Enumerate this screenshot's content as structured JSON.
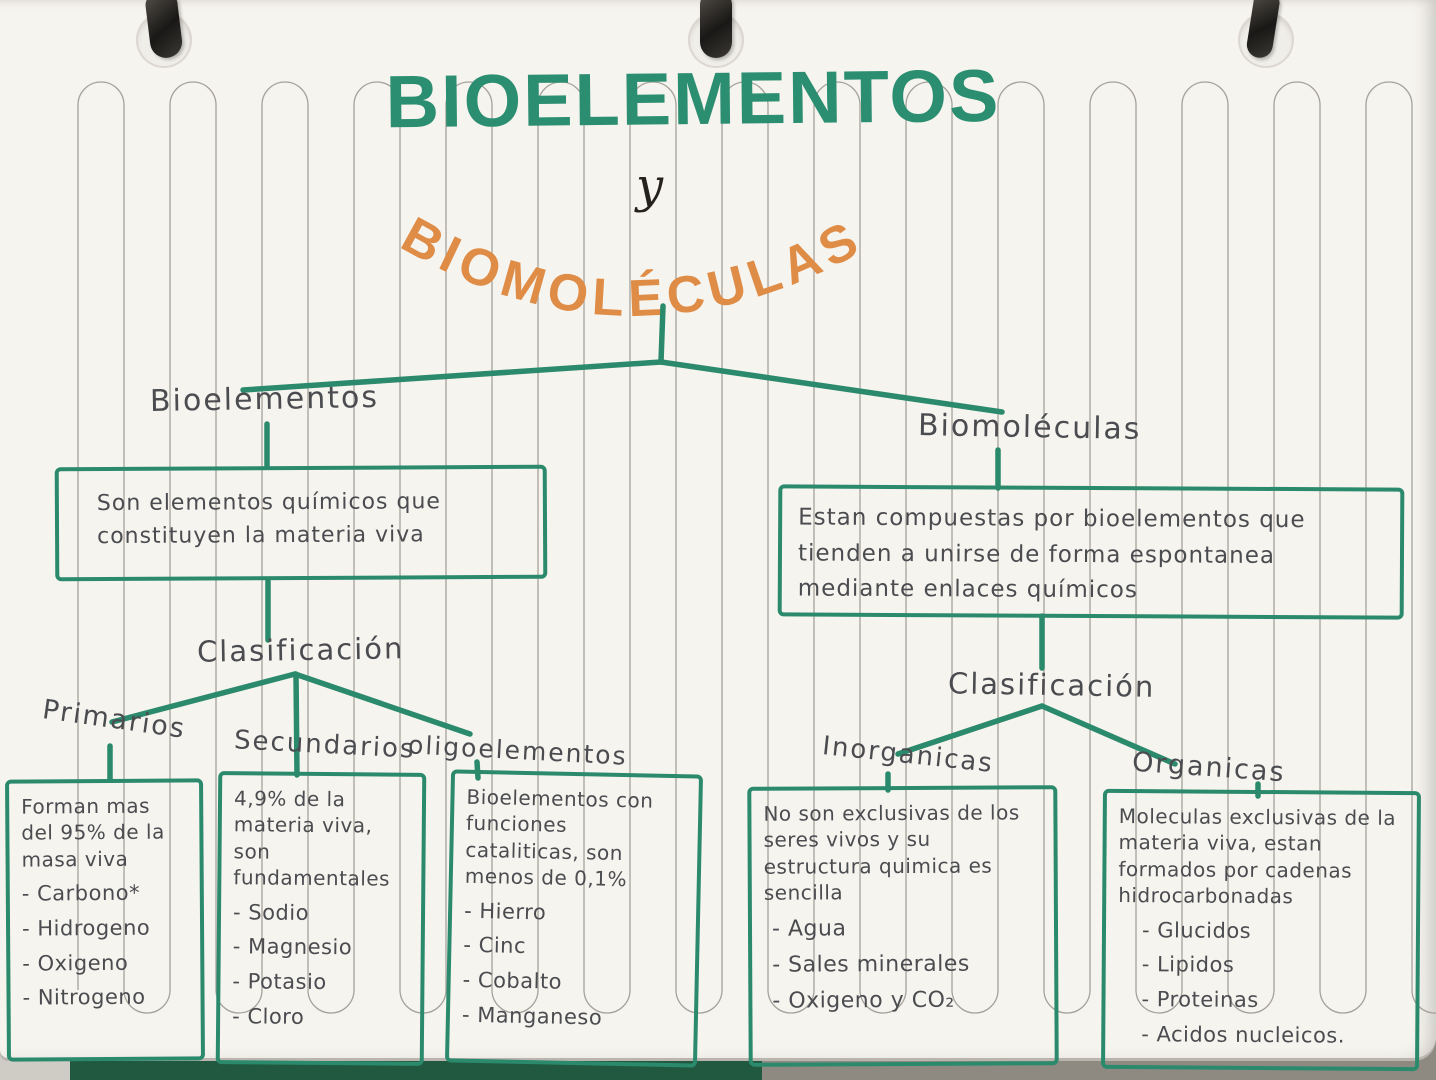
{
  "notebook": {
    "title": {
      "line1": "BIOELEMENTOS",
      "conjunction": "y",
      "line2": "BIOMOLÉCULAS"
    },
    "bioelementos": {
      "label": "Bioelementos",
      "definition": "Son elementos químicos que constituyen la materia viva",
      "classification_label": "Clasificación",
      "categories": [
        {
          "label": "Primarios",
          "description": "Forman mas del 95% de la masa viva",
          "items": [
            "- Carbono*",
            "- Hidrogeno",
            "- Oxigeno",
            "- Nitrogeno"
          ]
        },
        {
          "label": "Secundarios",
          "description": "4,9% de la materia viva, son fundamentales",
          "items": [
            "- Sodio",
            "- Magnesio",
            "- Potasio",
            "- Cloro"
          ]
        },
        {
          "label": "oligoelementos",
          "description": "Bioelementos con funciones cataliticas, son menos de 0,1%",
          "items": [
            "- Hierro",
            "- Cinc",
            "- Cobalto",
            "- Manganeso"
          ]
        }
      ]
    },
    "biomoleculas": {
      "label": "Biomoléculas",
      "definition": "Estan compuestas por bioelementos que tienden a unirse de forma espontanea mediante enlaces químicos",
      "classification_label": "Clasificación",
      "categories": [
        {
          "label": "Inorganicas",
          "description": "No son exclusivas de los seres vivos y su estructura quimica es sencilla",
          "items": [
            "- Agua",
            "- Sales minerales",
            "- Oxigeno y CO₂"
          ]
        },
        {
          "label": "Organicas",
          "description": "Moleculas exclusivas de la materia viva, estan formados por cadenas hidrocarbonadas",
          "items": [
            "- Glucidos",
            "- Lipidos",
            "- Proteinas",
            "- Acidos nucleicos."
          ]
        }
      ]
    },
    "colors": {
      "marker_teal": "#2b8a6c",
      "marker_orange": "#df8c47",
      "pencil": "#4b4c50"
    }
  }
}
